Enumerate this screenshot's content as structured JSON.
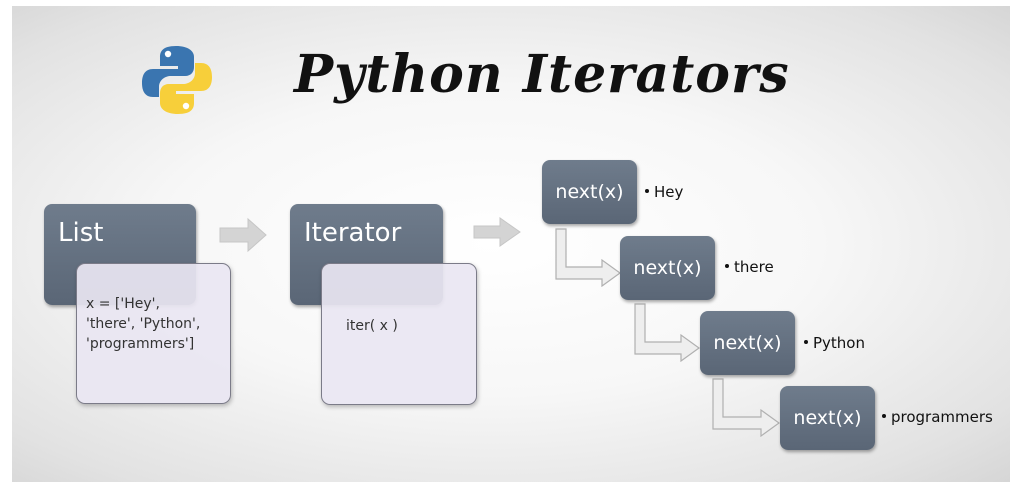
{
  "title": "Python Iterators",
  "logo_icon": "python-logo",
  "list_box": {
    "label": "List",
    "code_lines": [
      "x = ['Hey',",
      "'there', 'Python',",
      "'programmers']"
    ]
  },
  "iterator_box": {
    "label": "Iterator",
    "code": "iter( x )"
  },
  "next_calls": [
    {
      "label": "next(x)",
      "value": "Hey"
    },
    {
      "label": "next(x)",
      "value": "there"
    },
    {
      "label": "next(x)",
      "value": "Python"
    },
    {
      "label": "next(x)",
      "value": "programmers"
    }
  ],
  "colors": {
    "box_dark": "#65717f",
    "box_light": "#e9e6f2",
    "arrow": "#d3d3d3",
    "logo_blue": "#3a75b0",
    "logo_yellow": "#f7cf3a"
  }
}
